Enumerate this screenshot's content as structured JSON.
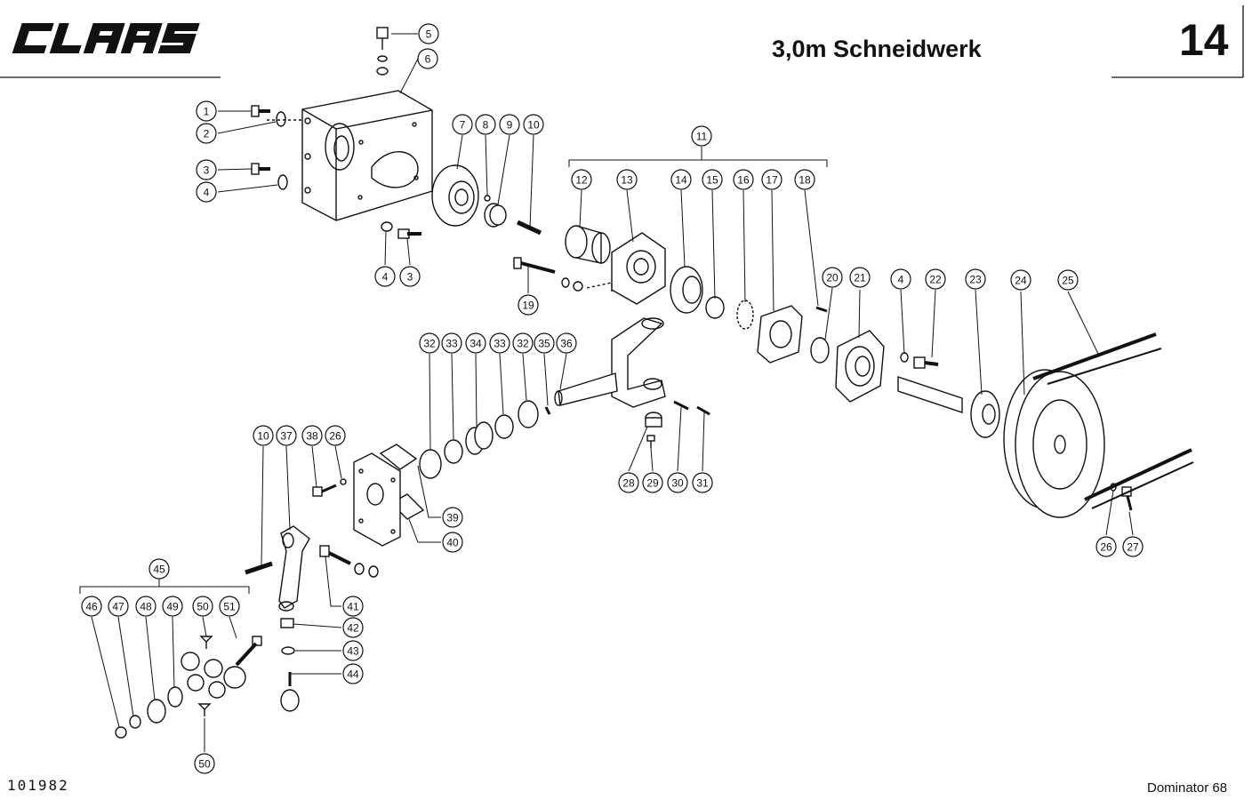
{
  "brand": "CLAAS",
  "title": "3,0m Schneidwerk",
  "page_number": "14",
  "document_number": "101982",
  "model": "Dominator 68",
  "callouts": [
    {
      "label": "5"
    },
    {
      "label": "6"
    },
    {
      "label": "1"
    },
    {
      "label": "2"
    },
    {
      "label": "3"
    },
    {
      "label": "4"
    },
    {
      "label": "4"
    },
    {
      "label": "3"
    },
    {
      "label": "7"
    },
    {
      "label": "8"
    },
    {
      "label": "9"
    },
    {
      "label": "10"
    },
    {
      "label": "11"
    },
    {
      "label": "12"
    },
    {
      "label": "13"
    },
    {
      "label": "14"
    },
    {
      "label": "15"
    },
    {
      "label": "16"
    },
    {
      "label": "17"
    },
    {
      "label": "18"
    },
    {
      "label": "19"
    },
    {
      "label": "20"
    },
    {
      "label": "21"
    },
    {
      "label": "4"
    },
    {
      "label": "22"
    },
    {
      "label": "23"
    },
    {
      "label": "24"
    },
    {
      "label": "25"
    },
    {
      "label": "32"
    },
    {
      "label": "33"
    },
    {
      "label": "34"
    },
    {
      "label": "33"
    },
    {
      "label": "32"
    },
    {
      "label": "35"
    },
    {
      "label": "36"
    },
    {
      "label": "28"
    },
    {
      "label": "29"
    },
    {
      "label": "30"
    },
    {
      "label": "31"
    },
    {
      "label": "10"
    },
    {
      "label": "37"
    },
    {
      "label": "38"
    },
    {
      "label": "26"
    },
    {
      "label": "39"
    },
    {
      "label": "40"
    },
    {
      "label": "41"
    },
    {
      "label": "42"
    },
    {
      "label": "43"
    },
    {
      "label": "44"
    },
    {
      "label": "45"
    },
    {
      "label": "46"
    },
    {
      "label": "47"
    },
    {
      "label": "48"
    },
    {
      "label": "49"
    },
    {
      "label": "50"
    },
    {
      "label": "51"
    },
    {
      "label": "50"
    },
    {
      "label": "26"
    },
    {
      "label": "27"
    }
  ]
}
